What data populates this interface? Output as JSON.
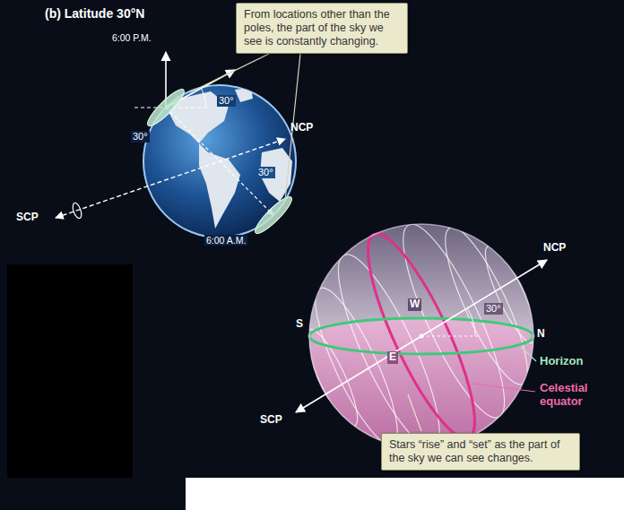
{
  "diagram": {
    "title": "(b) Latitude 30°N",
    "nodes": [
      {
        "text": [
          "From locations other than the poles, the part of the sky we see is constantly changing."
        ]
      },
      {
        "text": [
          "Stars “rise” and “set” as the part of the sky we can see changes."
        ]
      }
    ],
    "labels": [
      "6:00 P.M.",
      "30°",
      "NCP",
      "30°",
      "SCP",
      "30°",
      "6:00 A.M.",
      "NCP",
      "W",
      "30°",
      "S",
      "N",
      "E",
      "SCP",
      "Horizon",
      "Celestial equator"
    ]
  }
}
